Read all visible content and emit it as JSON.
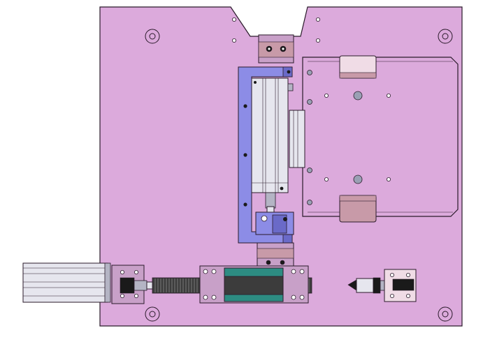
{
  "drawing": {
    "kind": "mechanical-assembly-view",
    "colors": {
      "plate": "#dcaadc",
      "plate_edge": "#2a1a2a",
      "blue_bracket": "#8c8ce6",
      "blue_bracket_dark": "#6a6ac8",
      "cylinder_body": "#e6e6ee",
      "cylinder_shade": "#b4b4c4",
      "gear_rack": "#3c3c3c",
      "teal_block": "#2d8c82",
      "mount_block": "#c8a0c8",
      "pad_light": "#f0dce6",
      "pad_dark": "#c89aa8",
      "bolt": "#1a1a1a",
      "hole": "#9aa0b4"
    },
    "parts": [
      "base-plate",
      "vertical-slide-bracket",
      "vertical-air-cylinder",
      "rotary-table",
      "horizontal-air-cylinder",
      "gear-rack",
      "pinion-housing",
      "proximity-sensor"
    ]
  }
}
